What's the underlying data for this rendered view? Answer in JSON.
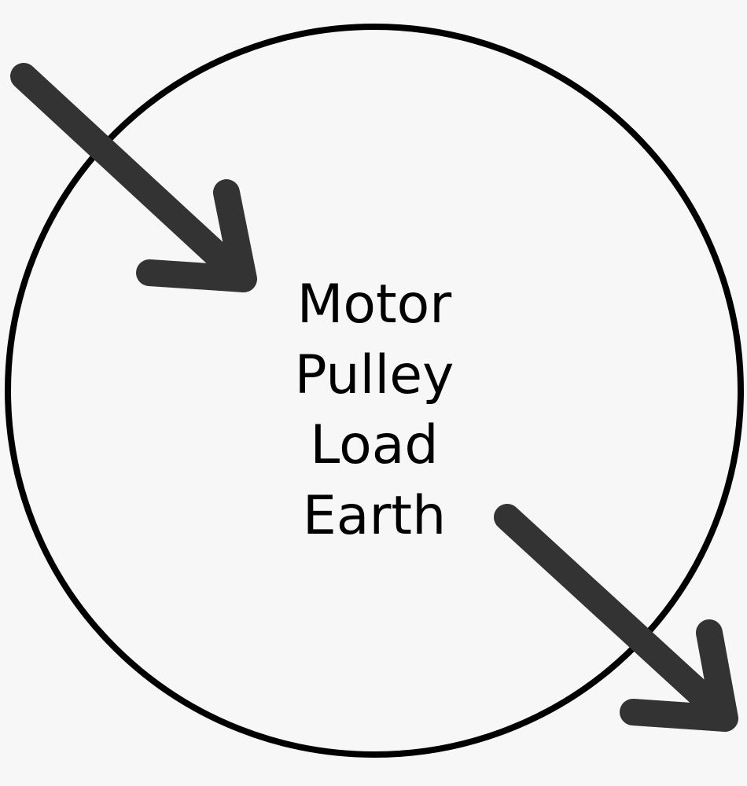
{
  "diagram": {
    "items": [
      "Motor",
      "Pulley",
      "Load",
      "Earth"
    ],
    "colors": {
      "background": "#f7f7f7",
      "boundary": "#000000",
      "arrows": "#333333",
      "text": "#000000"
    },
    "icons": [
      "arrow-in-icon",
      "arrow-out-icon"
    ]
  }
}
